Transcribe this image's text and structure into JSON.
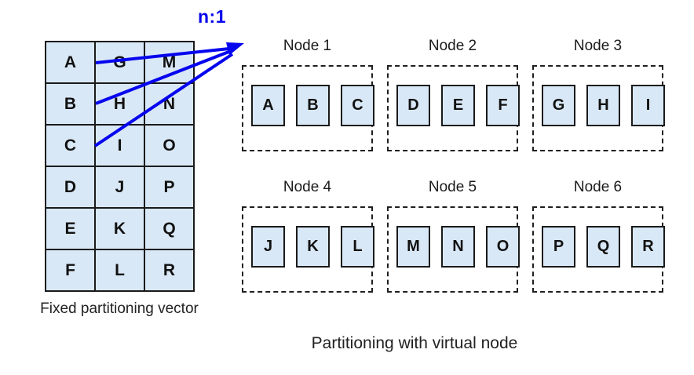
{
  "diagram": {
    "mapping_label": "n:1",
    "table": {
      "caption": "Fixed partitioning vector",
      "rows": [
        [
          "A",
          "G",
          "M"
        ],
        [
          "B",
          "H",
          "N"
        ],
        [
          "C",
          "I",
          "O"
        ],
        [
          "D",
          "J",
          "P"
        ],
        [
          "E",
          "K",
          "Q"
        ],
        [
          "F",
          "L",
          "R"
        ]
      ]
    },
    "nodes": [
      {
        "label": "Node 1",
        "items": [
          "A",
          "B",
          "C"
        ]
      },
      {
        "label": "Node 2",
        "items": [
          "D",
          "E",
          "F"
        ]
      },
      {
        "label": "Node 3",
        "items": [
          "G",
          "H",
          "I"
        ]
      },
      {
        "label": "Node 4",
        "items": [
          "J",
          "K",
          "L"
        ]
      },
      {
        "label": "Node 5",
        "items": [
          "M",
          "N",
          "O"
        ]
      },
      {
        "label": "Node 6",
        "items": [
          "P",
          "Q",
          "R"
        ]
      }
    ],
    "caption": "Partitioning with virtual node",
    "colors": {
      "cell_fill": "#d9e8f6",
      "cell_border": "#1a1a1a",
      "arrow_blue": "#0505ee",
      "dashed_border": "#1f1f1f",
      "text": "#222222"
    }
  }
}
